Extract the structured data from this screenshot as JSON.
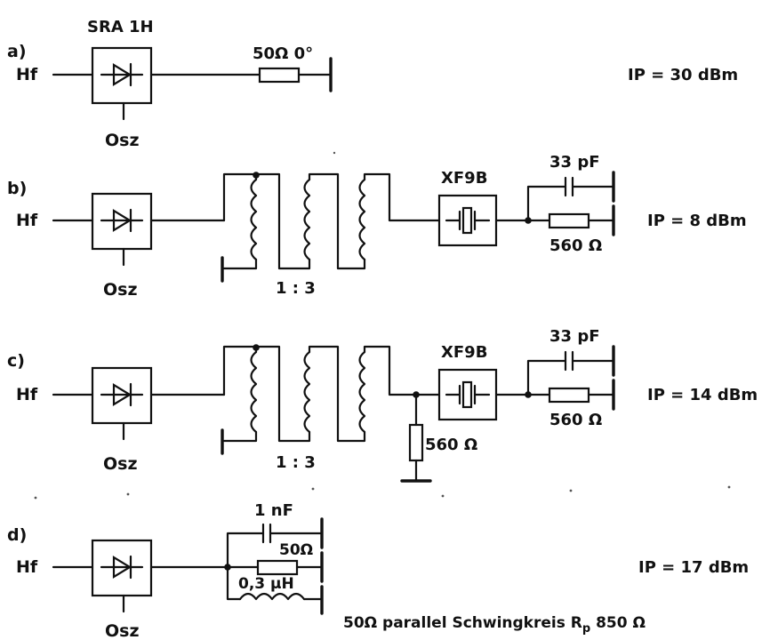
{
  "circuits": {
    "a": {
      "label": "a)",
      "mixer_name": "SRA 1H",
      "input": "Hf",
      "osc": "Osz",
      "term_label": "50Ω  0°",
      "ip": "IP = 30 dBm"
    },
    "b": {
      "label": "b)",
      "input": "Hf",
      "osc": "Osz",
      "ratio": "1 : 3",
      "filter_name": "XF9B",
      "cap_label": "33 pF",
      "res_label": "560 Ω",
      "ip": "IP =  8 dBm"
    },
    "c": {
      "label": "c)",
      "input": "Hf",
      "osc": "Osz",
      "ratio": "1 : 3",
      "filter_name": "XF9B",
      "shunt_res_label": "560 Ω",
      "cap_label": "33 pF",
      "res_label": "560 Ω",
      "ip": "IP = 14 dBm"
    },
    "d": {
      "label": "d)",
      "input": "Hf",
      "osc": "Osz",
      "cap_label": "1 nF",
      "res_label": "50Ω",
      "ind_label": "0,3 μH",
      "ip": "IP = 17 dBm",
      "note_main": "50Ω parallel Schwingkreis R",
      "note_sub": "p",
      "note_end": " 850 Ω"
    }
  }
}
